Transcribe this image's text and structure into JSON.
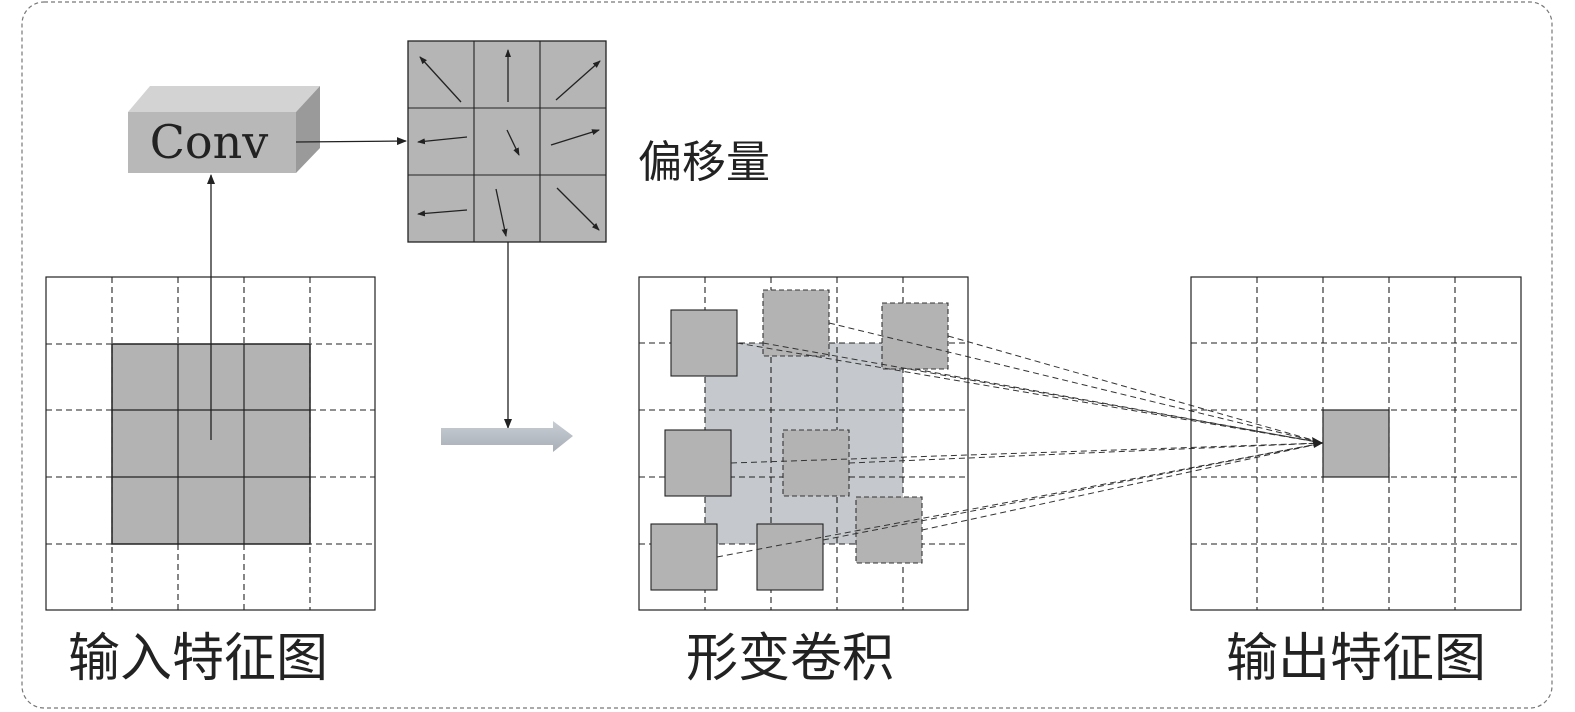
{
  "conv_block": {
    "label": "Conv"
  },
  "offset_grid": {
    "label": "偏移量"
  },
  "input_feature_map": {
    "label": "输入特征图"
  },
  "deformable_conv": {
    "label": "形变卷积"
  },
  "output_feature_map": {
    "label": "输出特征图"
  },
  "colors": {
    "cell_fill": "#b3b3b3",
    "highlight_fill": "#c5c8cc",
    "block_front": "#b8b8b8",
    "block_top": "#d3d3d3",
    "block_side": "#9a9a9a",
    "line": "#222222",
    "arrow_fill": "#b5bcc4"
  }
}
